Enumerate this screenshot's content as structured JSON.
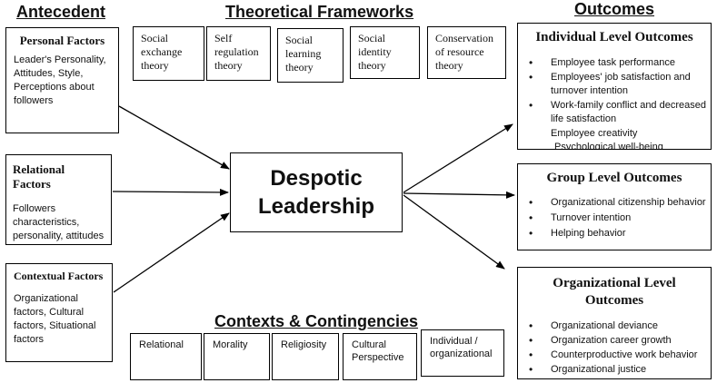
{
  "headings": {
    "antecedent": "Antecedent",
    "frameworks": "Theoretical Frameworks",
    "outcomes": "Outcomes",
    "contexts": "Contexts & Contingencies"
  },
  "antecedents": {
    "personal": {
      "title": "Personal Factors",
      "body": "Leader's Personality, Attitudes, Style, Perceptions about followers"
    },
    "relational": {
      "title": "Relational Factors",
      "body": "Followers characteristics, personality, attitudes"
    },
    "contextual": {
      "title": "Contextual Factors",
      "body": "Organizational factors, Cultural factors, Situational factors"
    }
  },
  "frameworks": [
    "Social exchange theory",
    "Self regulation theory",
    "Social learning theory",
    "Social identity theory",
    "Conservation of resource theory"
  ],
  "center": {
    "line1": "Despotic",
    "line2": "Leadership"
  },
  "outcomes": {
    "individual": {
      "title": "Individual Level Outcomes",
      "items": [
        "Employee task performance",
        "Employees' job satisfaction and turnover intention",
        "Work-family conflict and decreased life satisfaction",
        "Employee creativity",
        "Psychological well-being"
      ]
    },
    "group": {
      "title": "Group Level Outcomes",
      "items": [
        "Organizational citizenship behavior",
        "Turnover intention",
        "Helping behavior"
      ]
    },
    "organizational": {
      "title": "Organizational Level Outcomes",
      "items": [
        "Organizational deviance",
        "Organization career growth",
        "Counterproductive work behavior",
        "Organizational justice"
      ]
    }
  },
  "contexts": [
    "Relational",
    "Morality",
    "Religiosity",
    "Cultural Perspective",
    "Individual / organizational"
  ]
}
